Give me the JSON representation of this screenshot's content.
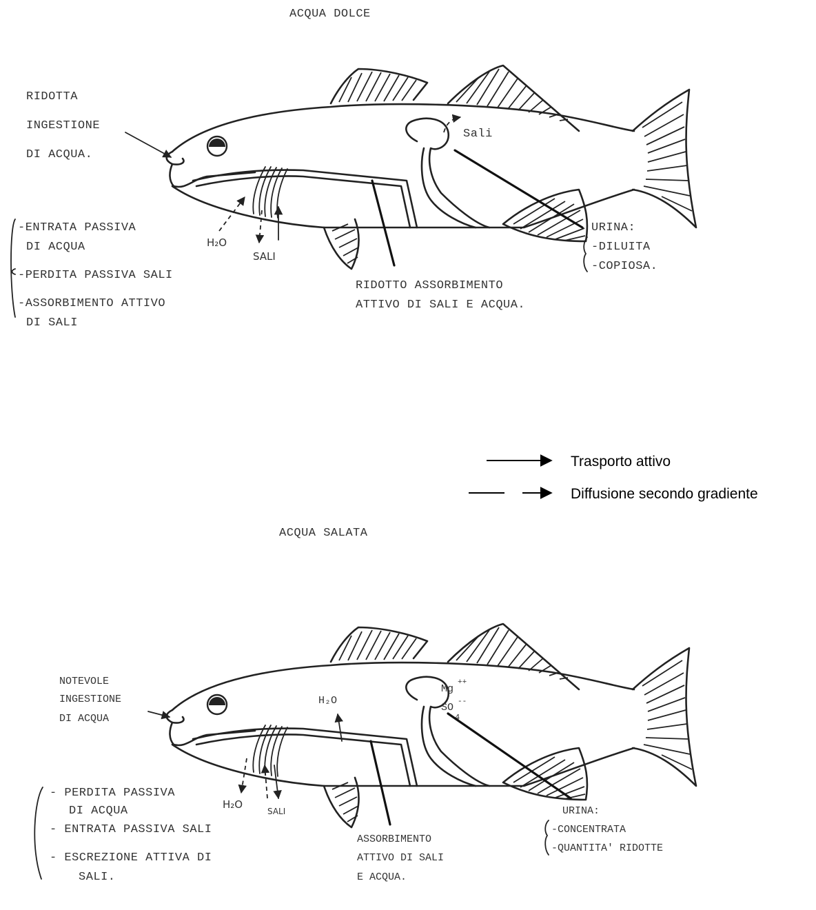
{
  "freshwater": {
    "title": "ACQUA  DOLCE",
    "ingestion": [
      "RIDOTTA",
      "INGESTIONE",
      "DI ACQUA."
    ],
    "gill_notes": [
      "-ENTRATA PASSIVA",
      "DI ACQUA",
      "-PERDITA PASSIVA SALI",
      "-ASSORBIMENTO ATTIVO",
      "DI SALI"
    ],
    "gill_h2o": "H₂O",
    "gill_sali": "SALI",
    "kidney_salts": "Sali",
    "intestine": [
      "RIDOTTO ASSORBIMENTO",
      "ATTIVO DI SALI E ACQUA."
    ],
    "urine": [
      "URINA:",
      "-DILUITA",
      "-COPIOSA."
    ]
  },
  "legend": {
    "active": "Trasporto attivo",
    "diffusion": "Diffusione secondo gradiente"
  },
  "saltwater": {
    "title": "ACQUA  SALATA",
    "ingestion": [
      "NOTEVOLE",
      "INGESTIONE",
      "DI ACQUA"
    ],
    "gill_notes": [
      "- PERDITA PASSIVA",
      "DI ACQUA",
      "- ENTRATA PASSIVA SALI",
      "- ESCREZIONE ATTIVA DI",
      "SALI."
    ],
    "gill_h2o": "H₂O",
    "gill_sali": "SALI",
    "intestine_h2o": "H₂O",
    "kidney_ions": [
      "Mg",
      "++",
      "SO",
      "4",
      "--"
    ],
    "intestine": [
      "ASSORBIMENTO",
      "ATTIVO DI SALI",
      "E ACQUA."
    ],
    "urine": [
      "URINA:",
      "-CONCENTRATA",
      "-QUANTITA' RIDOTTE"
    ]
  }
}
